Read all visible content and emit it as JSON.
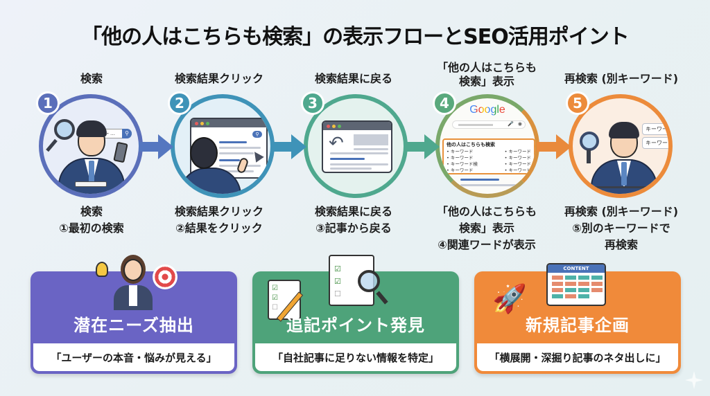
{
  "title": "「他の人はこちらも検索」の表示フローとSEO活用ポイント",
  "colors": {
    "step1": "#5b6fba",
    "step2": "#3f93b8",
    "step3": "#4fa88e",
    "step4": "#5aa97d",
    "step5": "#ec8b3b",
    "card1": "#6a64c4",
    "card2": "#4ea37a",
    "card3": "#f08a3a"
  },
  "steps": [
    {
      "number": "1",
      "top_label": "検索",
      "bottom_title": "検索",
      "bottom_desc": "①最初の検索",
      "illustration": "businessman-searching-on-phone",
      "search_box_text": "・…"
    },
    {
      "number": "2",
      "top_label": "検索結果クリック",
      "bottom_title": "検索結果クリック",
      "bottom_desc": "②結果をクリック",
      "illustration": "businessman-clicking-search-result"
    },
    {
      "number": "3",
      "top_label": "検索結果に戻る",
      "bottom_title": "検索結果に戻る",
      "bottom_desc": "③記事から戻る",
      "illustration": "browser-back-arrow"
    },
    {
      "number": "4",
      "top_label_line1": "「他の人はこちらも",
      "top_label_line2": "検索」表示",
      "bottom_title_line1": "「他の人はこちらも",
      "bottom_title_line2": "検索」表示",
      "bottom_desc": "④関連ワードが表示",
      "illustration": "google-serp-people-also-search",
      "google_logo": "Google",
      "panel_heading": "他の人はこちらも検索",
      "panel_keywords_left": [
        "キーワード",
        "キーワード",
        "キーワード検",
        "キーワード"
      ],
      "panel_keywords_right": [
        "キーワード",
        "キーワード",
        "キーワード",
        "キーワード"
      ]
    },
    {
      "number": "5",
      "top_label": "再検索 (別キーワード)",
      "bottom_title": "再検索 (別キーワード)",
      "bottom_desc_line1": "⑤別のキーワードで",
      "bottom_desc_line2": "再検索",
      "illustration": "businessman-with-magnifier",
      "chips": [
        "キーワー",
        "キーワー"
      ]
    }
  ],
  "cards": [
    {
      "title": "潜在ニーズ抽出",
      "subtitle": "「ユーザーの本音・悩みが見える」",
      "illustration": "woman-with-lightbulb-and-target"
    },
    {
      "title": "追記ポイント発見",
      "subtitle": "「自社記事に足りない情報を特定」",
      "illustration": "checklist-pencil-magnifier"
    },
    {
      "title": "新規記事企画",
      "subtitle": "「横展開・深掘り記事のネタ出しに」",
      "illustration": "rocket-and-content-calendar",
      "calendar_label": "CONTENT"
    }
  ]
}
